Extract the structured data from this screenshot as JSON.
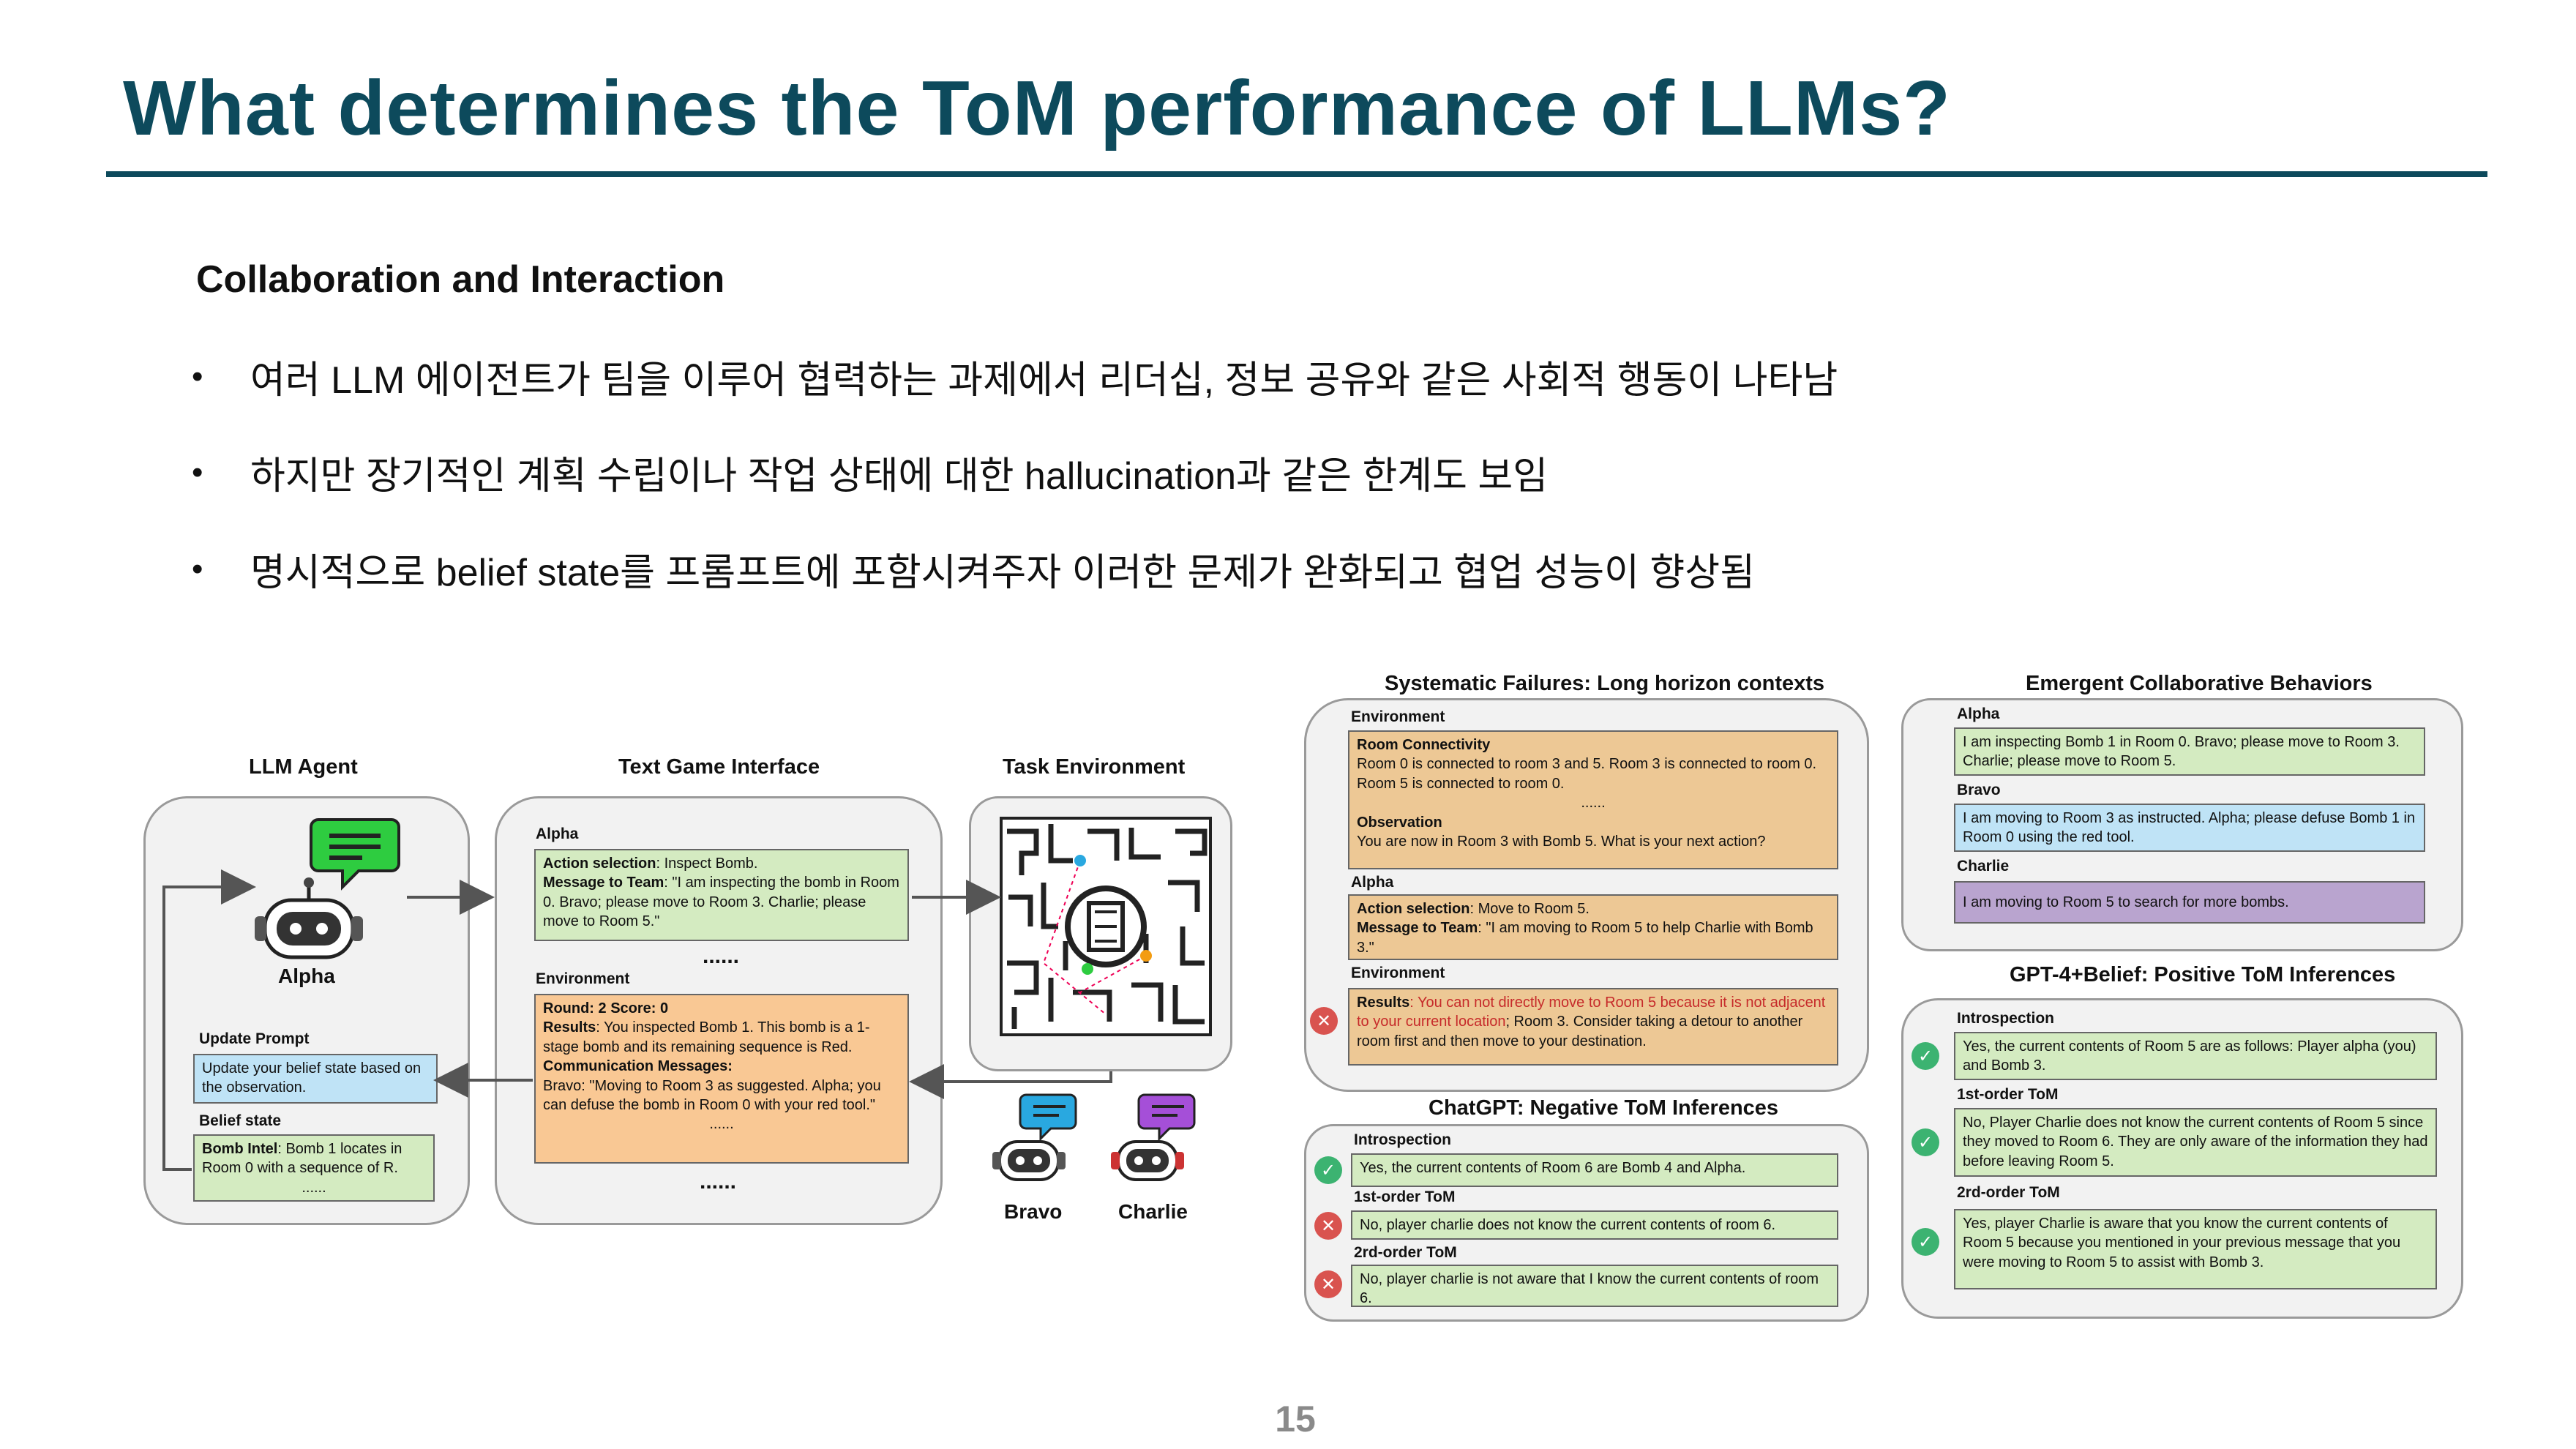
{
  "slide": {
    "title": "What determines the ToM performance of LLMs?",
    "section": "Collaboration and Interaction",
    "bullets": [
      "여러 LLM 에이전트가 팀을 이루어 협력하는 과제에서 리더십, 정보 공유와 같은 사회적 행동이 나타남",
      "하지만 장기적인 계획 수립이나 작업 상태에 대한 hallucination과 같은 한계도 보임",
      "명시적으로 belief state를 프롬프트에 포함시켜주자 이러한 문제가 완화되고 협업 성능이 향상됨"
    ],
    "bullet_symbol": "•",
    "page_number": "15"
  },
  "left_figure": {
    "titles": {
      "agent": "LLM Agent",
      "interface": "Text Game Interface",
      "environment": "Task Environment"
    },
    "agent": {
      "name": "Alpha",
      "update_prompt_label": "Update Prompt",
      "update_prompt_text": "Update your belief state based on the observation.",
      "belief_label": "Belief state",
      "belief_key": "Bomb Intel",
      "belief_text": ": Bomb 1 locates in Room 0 with a sequence of R.",
      "belief_more": "......"
    },
    "interface": {
      "alpha_label": "Alpha",
      "action_key": "Action selection",
      "action_text": ": Inspect Bomb.",
      "message_key": "Message to Team",
      "message_text": ": \"I am inspecting the bomb in Room 0. Bravo; please move to Room 3. Charlie; please move to Room 5.\"",
      "mid_ellipsis": "......",
      "env_label": "Environment",
      "round_text": "Round: 2  Score: 0",
      "results_key": "Results",
      "results_text": ": You inspected Bomb 1. This bomb is a 1-stage bomb and its remaining sequence is Red.",
      "comm_key": "Communication Messages:",
      "comm_text": "Bravo: \"Moving to Room 3 as suggested. Alpha; you can defuse the bomb in Room 0 with your red tool.\"",
      "box_ellipsis": "......",
      "bottom_ellipsis": "......"
    },
    "environment": {
      "robots": [
        "Bravo",
        "Charlie"
      ]
    },
    "colors": {
      "green": "#d4ebc1",
      "blue": "#bfe3f6",
      "orange": "#f9c894",
      "bubble_alpha": "#2ecc40",
      "bubble_bravo": "#29a8e0",
      "bubble_charlie": "#a54fd8"
    },
    "icons": [
      "robot-icon",
      "chat-bubble-icon",
      "maze-map-icon"
    ]
  },
  "systematic_failures": {
    "title": "Systematic Failures: Long horizon contexts",
    "env_label": "Environment",
    "connectivity_key": "Room Connectivity",
    "connectivity_text": "Room 0 is connected to room 3 and 5. Room 3 is connected to room 0. Room 5 is connected to room 0.",
    "connectivity_more": "......",
    "observation_key": "Observation",
    "observation_text": "You are now in Room 3 with Bomb 5. What is your next action?",
    "alpha_label": "Alpha",
    "action_key": "Action selection",
    "action_text": ": Move to Room 5.",
    "message_key": "Message to Team",
    "message_text": ": \"I am moving to Room 5 to help Charlie with Bomb 3.\"",
    "env2_label": "Environment",
    "results_key": "Results",
    "results_red": ": You can not directly move to Room 5 because it is not adjacent to your current location",
    "results_text": "; Room 3. Consider taking a detour to another room first and then move to your destination."
  },
  "chatgpt": {
    "title": "ChatGPT: Negative ToM Inferences",
    "items": [
      {
        "label": "Introspection",
        "text": "Yes, the current contents of Room 6 are Bomb 4 and Alpha.",
        "status": "correct"
      },
      {
        "label": "1st-order ToM",
        "text": "No, player charlie does not know the current contents of room 6.",
        "status": "wrong"
      },
      {
        "label": "2rd-order ToM",
        "text": "No, player charlie is not aware that I know the current contents of room 6.",
        "status": "wrong"
      }
    ]
  },
  "emergent": {
    "title": "Emergent Collaborative Behaviors",
    "items": [
      {
        "label": "Alpha",
        "text": "I am inspecting Bomb 1 in Room 0. Bravo; please move to Room 3. Charlie; please move to Room 5."
      },
      {
        "label": "Bravo",
        "text": "I am moving to Room 3 as instructed. Alpha; please defuse Bomb 1 in Room 0 using the red tool."
      },
      {
        "label": "Charlie",
        "text": "I am moving to Room 5 to search for more bombs."
      }
    ]
  },
  "gpt4": {
    "title": "GPT-4+Belief: Positive ToM Inferences",
    "items": [
      {
        "label": "Introspection",
        "text": "Yes, the current contents of Room 5 are as follows: Player alpha (you) and Bomb 3.",
        "status": "correct"
      },
      {
        "label": "1st-order ToM",
        "text": "No, Player Charlie does not know the current contents of Room 5 since they moved to Room 6. They are only aware of the information they had before leaving Room 5.",
        "status": "correct"
      },
      {
        "label": "2rd-order ToM",
        "text": "Yes, player Charlie is aware that you know the current contents of Room 5 because you mentioned in your previous message that you were moving to Room 5 to assist with Bomb 3.",
        "status": "correct"
      }
    ]
  },
  "status_marks": {
    "correct": "✓",
    "wrong": "✕"
  }
}
